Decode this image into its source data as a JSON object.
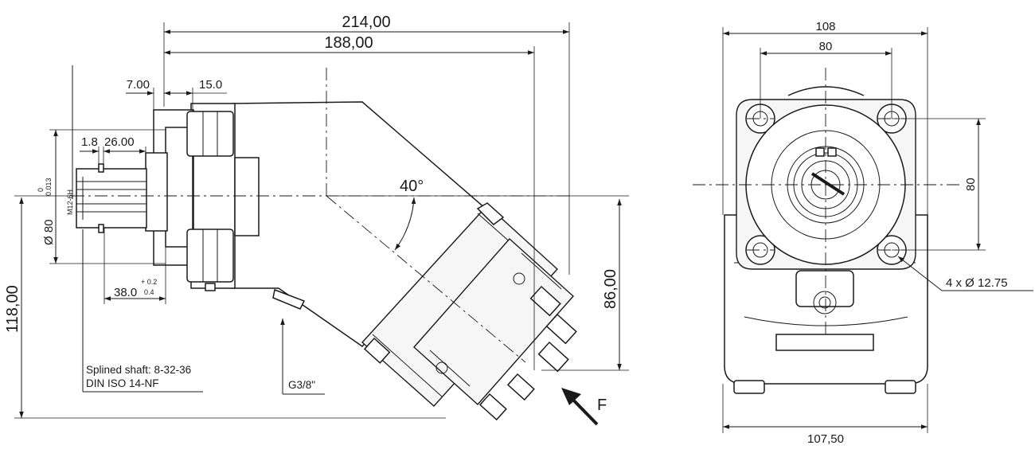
{
  "side_view": {
    "dim_overall_length": "214,00",
    "dim_body_length": "188,00",
    "dim_flange_offset": "7.00",
    "dim_flange_thickness": "15.0",
    "dim_shaft_step": "1.8",
    "dim_shaft_length": "26.00",
    "dim_shaft_tol_upper": "0",
    "dim_shaft_tol_lower": "0.013",
    "thread_label": "M12-6H",
    "dim_pilot_diameter": "Ø 80",
    "dim_spigot_length": "38.0",
    "dim_spigot_tol_upper": "+ 0.2",
    "dim_spigot_tol_lower": "0.4",
    "dim_bent_angle": "40°",
    "dim_port_height": "86,00",
    "dim_total_height": "118,00",
    "spline_note_line1": "Splined shaft: 8-32-36",
    "spline_note_line2": "DIN ISO 14-NF",
    "port_thread_label": "G3/8\"",
    "force_label": "F"
  },
  "front_view": {
    "dim_flange_width": "108",
    "dim_hole_spacing_h": "80",
    "dim_hole_spacing_v": "80",
    "holes_label": "4 x  Ø 12.75",
    "dim_base_width": "107,50"
  },
  "colors": {
    "line": "#1a1a1a",
    "background": "#ffffff"
  }
}
